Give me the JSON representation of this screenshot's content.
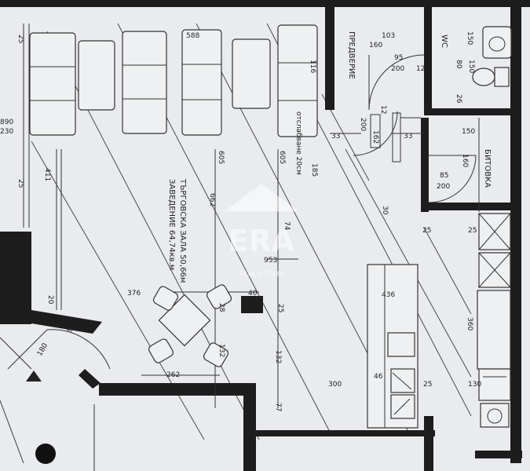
{
  "rooms": {
    "trade_hall_title": "ТЪРГОВСКА ЗАЛА 50,66м",
    "trade_hall_sub": "ЗАВЕДЕНИЕ 64,74кв.м",
    "anteroom": "ПРЕДВЕРИЕ",
    "wc": "WC",
    "utility": "БИТОВКА",
    "wall_note": "отслабване 20см"
  },
  "dimensions": {
    "d890": "890",
    "d230": "230",
    "d411": "411",
    "d25a": "25",
    "d25b": "25",
    "d588": "588",
    "d116": "116",
    "d605a": "605",
    "d605b": "605",
    "d662": "662",
    "d185": "185",
    "d74": "74",
    "d953": "953",
    "d376": "376",
    "d40": "40",
    "d25c": "25",
    "d28": "28",
    "d132a": "132",
    "d132b": "132",
    "d262": "262",
    "d77": "77",
    "d300": "300",
    "d436": "436",
    "d46": "46",
    "d25d": "25",
    "d130": "130",
    "d360": "360",
    "d25e": "25",
    "d25f": "25",
    "d103": "103",
    "d160a": "160",
    "d95": "95",
    "d200a": "200",
    "d12a": "12",
    "d150a": "150",
    "d150b": "150",
    "d80": "80",
    "d26": "26",
    "d33a": "33",
    "d33b": "33",
    "d12b": "12",
    "d200b": "200",
    "d162": "162",
    "d150c": "150",
    "d85": "85",
    "d200c": "200",
    "d160b": "160",
    "d30": "30",
    "d20": "20",
    "d180": "180",
    "d98": "98"
  },
  "watermark": {
    "logo": "ERA",
    "tagline": "REAL ESTATE"
  }
}
